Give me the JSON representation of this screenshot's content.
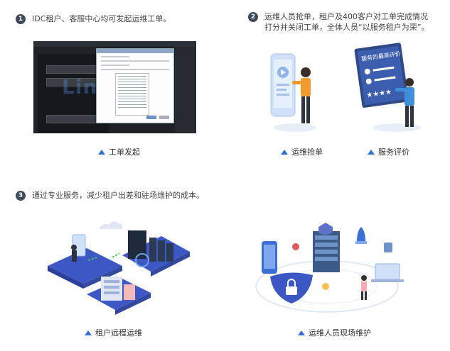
{
  "steps": [
    {
      "number": "1",
      "text": "IDC租户、客服中心均可发起运维工单。"
    },
    {
      "number": "2",
      "text": "运维人员抢单，租户及400客户对工单完成情况打分并关闭工单，全体人员“以服务租户为荣”。"
    },
    {
      "number": "3",
      "text": "通过专业服务，减少租户出差和驻场维护的成本。"
    }
  ],
  "captions": {
    "issue": "工单发起",
    "grab": "运维抢单",
    "rate": "服务评价",
    "remote": "租户远程运维",
    "onsite": "运维人员现场维护"
  },
  "screenshot": {
    "watermark": "Linkme"
  },
  "illustrations": {
    "rating_board": "服务的最高评价"
  },
  "colors": {
    "accent": "#2f6fd6",
    "step_badge": "#3d4a5c",
    "phone": "#cfe0f8",
    "shirt": "#f29a2e",
    "server": "#3b5b86",
    "platform": "#3d57c4"
  }
}
